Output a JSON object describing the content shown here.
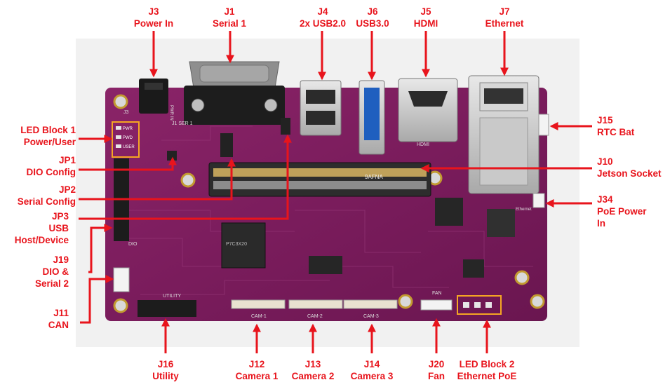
{
  "labels": {
    "j3": {
      "id": "J3",
      "name": "Power In"
    },
    "j1": {
      "id": "J1",
      "name": "Serial 1"
    },
    "j4": {
      "id": "J4",
      "name": "2x USB2.0"
    },
    "j6": {
      "id": "J6",
      "name": "USB3.0"
    },
    "j5": {
      "id": "J5",
      "name": "HDMI"
    },
    "j7": {
      "id": "J7",
      "name": "Ethernet"
    },
    "led1": {
      "id": "LED Block 1",
      "name": "Power/User"
    },
    "jp1": {
      "id": "JP1",
      "name": "DIO Config"
    },
    "jp2": {
      "id": "JP2",
      "name": "Serial Config"
    },
    "jp3": {
      "id": "JP3",
      "name": "USB",
      "name2": "Host/Device"
    },
    "j19": {
      "id": "J19",
      "name": "DIO &",
      "name2": "Serial 2"
    },
    "j11": {
      "id": "J11",
      "name": "CAN"
    },
    "j15": {
      "id": "J15",
      "name": "RTC Bat"
    },
    "j10": {
      "id": "J10",
      "name": "Jetson Socket"
    },
    "j34": {
      "id": "J34",
      "name": "PoE Power",
      "name2": "In"
    },
    "j16": {
      "id": "J16",
      "name": "Utility"
    },
    "j12": {
      "id": "J12",
      "name": "Camera 1"
    },
    "j13": {
      "id": "J13",
      "name": "Camera 2"
    },
    "j14": {
      "id": "J14",
      "name": "Camera 3"
    },
    "j20": {
      "id": "J20",
      "name": "Fan"
    },
    "led2": {
      "id": "LED Block 2",
      "name": "Ethernet PoE"
    }
  },
  "board_silkscreen": {
    "connector_j1": "J1 SER 1",
    "connector_j3": "J3",
    "pwr_in": "PWR IN",
    "led_pwr": "PWR",
    "led_pwd": "PWD",
    "led_user": "USER",
    "hdmi": "HDMI",
    "ethernet": "Ethernet",
    "fan": "FAN",
    "utility": "UTILITY",
    "dio": "DIO",
    "cam1": "CAM-1",
    "cam2": "CAM-2",
    "cam3": "CAM-3",
    "socket": "9AFNA",
    "chip": "P7C3X20"
  },
  "colors": {
    "label_red": "#e8141c",
    "board_purple": "#7d1d5e",
    "highlight_orange": "#f5a623"
  }
}
